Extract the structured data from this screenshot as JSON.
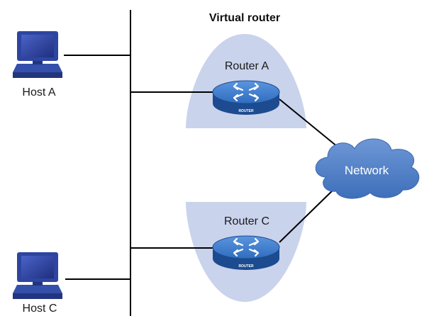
{
  "title": "Virtual router",
  "hosts": [
    {
      "label": "Host A"
    },
    {
      "label": "Host C"
    }
  ],
  "routers": [
    {
      "label": "Router A",
      "badge": "ROUTER"
    },
    {
      "label": "Router C",
      "badge": "ROUTER"
    }
  ],
  "network": {
    "label": "Network"
  },
  "icons": {
    "host": "desktop-computer-icon",
    "router": "router-icon",
    "network": "cloud-icon"
  },
  "colors": {
    "line": "#000000",
    "vrrp_region": "#c9d3ec",
    "router_body": "#2f6dbe",
    "router_dark": "#1d4b8f",
    "cloud_fill": "#4f7fc6",
    "monitor": "#2d45a0"
  }
}
